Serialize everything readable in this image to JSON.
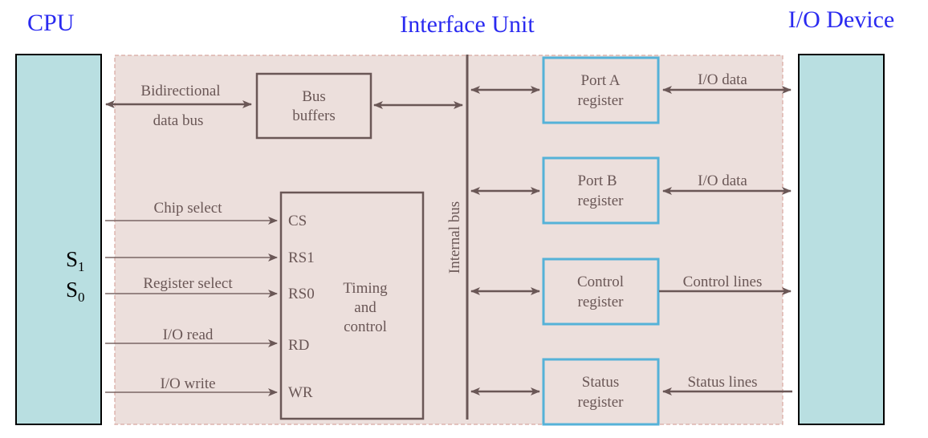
{
  "titles": {
    "cpu": "CPU",
    "interface": "Interface Unit",
    "io": "I/O Device"
  },
  "cpu_signals": {
    "s1": "S",
    "s1_sub": "1",
    "s0": "S",
    "s0_sub": "0"
  },
  "bus": {
    "label_line1": "Bidirectional",
    "label_line2": "data bus",
    "buffers_line1": "Bus",
    "buffers_line2": "buffers",
    "internal": "Internal bus"
  },
  "control_inputs": [
    {
      "label": "Chip select",
      "pin": "CS"
    },
    {
      "label": "",
      "pin": "RS1"
    },
    {
      "label": "Register select",
      "pin": "RS0"
    },
    {
      "label": "I/O read",
      "pin": "RD"
    },
    {
      "label": "I/O write",
      "pin": "WR"
    }
  ],
  "timing": {
    "line1": "Timing",
    "line2": "and",
    "line3": "control"
  },
  "registers": [
    {
      "line1": "Port A",
      "line2": "register",
      "io_label": "I/O data",
      "direction": "bidirectional"
    },
    {
      "line1": "Port B",
      "line2": "register",
      "io_label": "I/O data",
      "direction": "bidirectional"
    },
    {
      "line1": "Control",
      "line2": "register",
      "io_label": "Control lines",
      "direction": "to-device"
    },
    {
      "line1": "Status",
      "line2": "register",
      "io_label": "Status lines",
      "direction": "from-device"
    }
  ],
  "colors": {
    "title": "#2a2af0",
    "device_fill": "#b9dfe1",
    "interface_fill": "#ecdfdc",
    "register_border": "#55b2d8",
    "line": "#6a5756"
  }
}
